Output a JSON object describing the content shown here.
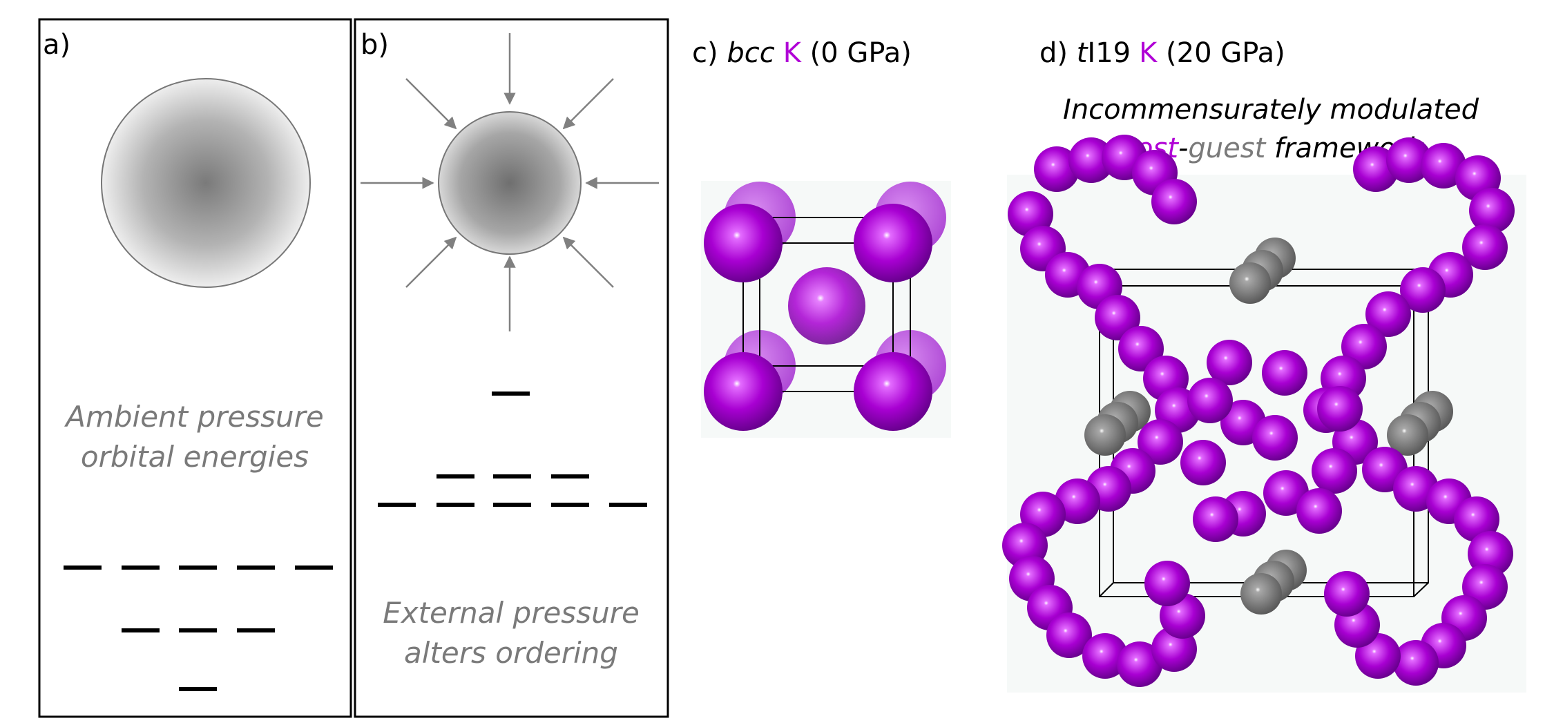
{
  "panels": {
    "a": {
      "label": "a)",
      "caption": [
        "Ambient pressure",
        "orbital energies"
      ]
    },
    "b": {
      "label": "b)",
      "caption": [
        "External pressure",
        "alters ordering"
      ]
    },
    "c": {
      "label_prefix": "c) ",
      "structure": "bcc",
      "element": "K",
      "pressure": " (0 GPa)"
    },
    "d": {
      "label_prefix": "d) ",
      "structure_t": "t",
      "structure_rest": "I19",
      "element": "K",
      "pressure": " (20 GPa)",
      "subtitle_line1": "Incommensurately modulated",
      "subtitle_host": "host",
      "subtitle_dash": "-",
      "subtitle_guest": "guest",
      "subtitle_rest": " framework"
    }
  },
  "colors": {
    "host_atom": "#b000d6",
    "guest_atom": "#8a8a8a",
    "caption_grey": "#7a7a7a",
    "arrow": "#808080"
  }
}
